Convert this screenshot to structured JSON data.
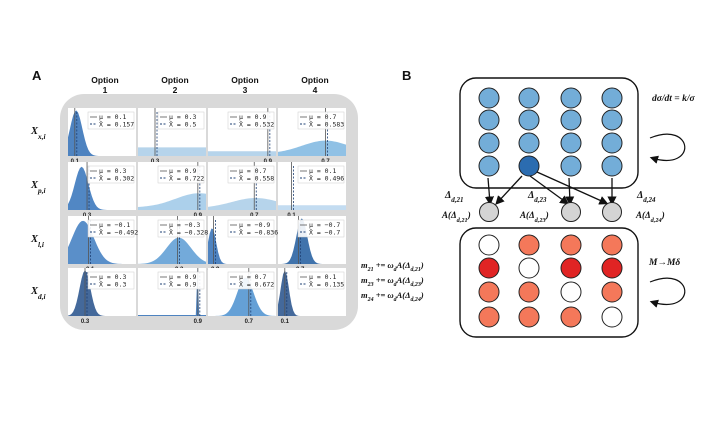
{
  "panel_a": {
    "label": "A",
    "column_headers": [
      {
        "line1": "Option",
        "line2": "1"
      },
      {
        "line1": "Option",
        "line2": "2"
      },
      {
        "line1": "Option",
        "line2": "3"
      },
      {
        "line1": "Option",
        "line2": "4"
      }
    ],
    "row_labels": [
      {
        "base": "X",
        "sub": "x,i"
      },
      {
        "base": "X",
        "sub": "p,i"
      },
      {
        "base": "X",
        "sub": "l,i"
      },
      {
        "base": "X",
        "sub": "d,i"
      }
    ],
    "mu_prefix": "μ = ",
    "xbar_prefix": "X̄ = ",
    "cells": [
      [
        {
          "mu": "0.1",
          "xbar": "0.157",
          "tick": "0.1"
        },
        {
          "mu": "0.3",
          "xbar": "0.5",
          "tick": "0.3"
        },
        {
          "mu": "0.9",
          "xbar": "0.532",
          "tick": "0.9"
        },
        {
          "mu": "0.7",
          "xbar": "0.583",
          "tick": "0.7"
        }
      ],
      [
        {
          "mu": "0.3",
          "xbar": "0.302",
          "tick": "0.3"
        },
        {
          "mu": "0.9",
          "xbar": "0.722",
          "tick": "0.9"
        },
        {
          "mu": "0.7",
          "xbar": "0.558",
          "tick": "0.7"
        },
        {
          "mu": "0.1",
          "xbar": "0.496",
          "tick": "0.1"
        }
      ],
      [
        {
          "mu": "−0.1",
          "xbar": "−0.492",
          "tick": "−0.1"
        },
        {
          "mu": "−0.3",
          "xbar": "−0.328",
          "tick": "−0.3"
        },
        {
          "mu": "−0.9",
          "xbar": "−0.836",
          "tick": "−0.9"
        },
        {
          "mu": "−0.7",
          "xbar": "−0.7",
          "tick": "−0.7"
        }
      ],
      [
        {
          "mu": "0.3",
          "xbar": "0.3",
          "tick": "0.3"
        },
        {
          "mu": "0.9",
          "xbar": "0.9",
          "tick": "0.9"
        },
        {
          "mu": "0.7",
          "xbar": "0.672",
          "tick": "0.7"
        },
        {
          "mu": "0.1",
          "xbar": "0.135",
          "tick": "0.1"
        }
      ]
    ],
    "background_color": "#d9d9d9"
  },
  "panel_b": {
    "label": "B",
    "top_equation": "dσ/dt = k/σ",
    "bottom_equation": "M→Mδ",
    "deltas": [
      {
        "base": "Δ",
        "sub": "d,21"
      },
      {
        "base": "Δ",
        "sub": "d,23"
      },
      {
        "base": "Δ",
        "sub": "d,24"
      }
    ],
    "activations": [
      {
        "pre": "A(Δ",
        "sub": "d,21",
        "post": ")"
      },
      {
        "pre": "A(Δ",
        "sub": "d,23",
        "post": ")"
      },
      {
        "pre": "A(Δ",
        "sub": "d,24",
        "post": ")"
      }
    ],
    "update_rules": [
      {
        "m": "m",
        "msub": "21",
        "mid": " += ω",
        "wsub": "d",
        "pre": "A(Δ",
        "sub": "d,21",
        "post": ")"
      },
      {
        "m": "m",
        "msub": "23",
        "mid": " += ω",
        "wsub": "d",
        "pre": "A(Δ",
        "sub": "d,23",
        "post": ")"
      },
      {
        "m": "m",
        "msub": "24",
        "mid": " += ω",
        "wsub": "d",
        "pre": "A(Δ",
        "sub": "d,24",
        "post": ")"
      }
    ],
    "colors": {
      "node_blue": "#73add8",
      "node_dark_blue": "#2b6cb0",
      "node_gray": "#d4d4d4",
      "node_red": "#e02424",
      "node_salmon": "#f4785a",
      "node_white": "#ffffff"
    }
  }
}
